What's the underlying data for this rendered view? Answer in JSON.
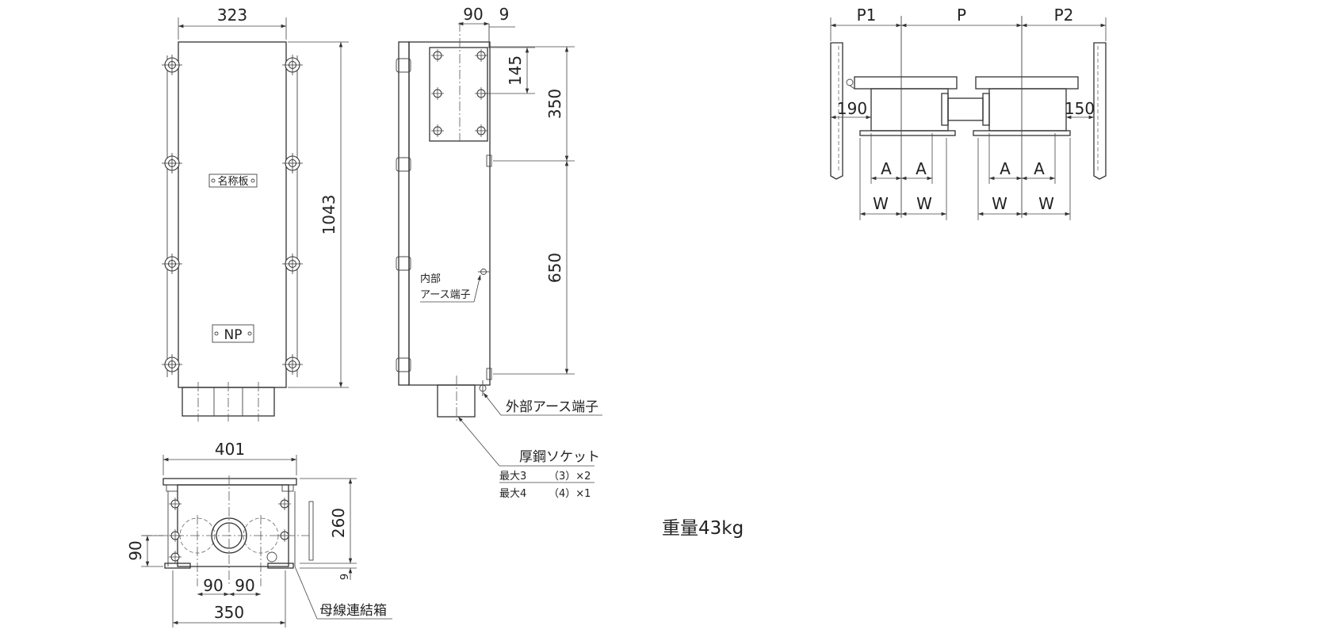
{
  "front_view": {
    "width_dim": "323",
    "height_dim": "1043",
    "nameplate_label": "名称板",
    "np_label": "NP"
  },
  "side_view": {
    "dim_90": "90",
    "dim_9": "9",
    "dim_145": "145",
    "dim_350": "350",
    "dim_650": "650",
    "internal_earth_label_line1": "内部",
    "internal_earth_label_line2": "アース端子",
    "external_earth_label": "外部アース端子",
    "socket_label": "厚鋼ソケット",
    "socket_max3": "最大3",
    "socket_max3_spec": "（3）×2",
    "socket_max4": "最大4",
    "socket_max4_spec": "（4）×1"
  },
  "bottom_view": {
    "width_dim": "401",
    "height_dim": "260",
    "left_dim": "90",
    "dim_9": "9",
    "hole_dim_1": "90",
    "hole_dim_2": "90",
    "base_dim": "350",
    "connect_box_label": "母線連結箱"
  },
  "weight_label": "重量43kg",
  "layout_view": {
    "p1": "P1",
    "p": "P",
    "p2": "P2",
    "dim_190": "190",
    "dim_150": "150",
    "a_labels": [
      "A",
      "A",
      "A",
      "A"
    ],
    "w_labels": [
      "W",
      "W",
      "W",
      "W"
    ]
  }
}
